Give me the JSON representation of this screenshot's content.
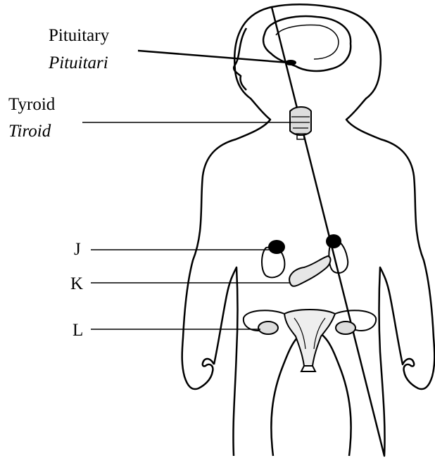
{
  "labels": {
    "pituitary": "Pituitary",
    "pituitary_translation": "Pituitari",
    "thyroid": "Tyroid",
    "thyroid_translation": "Tiroid",
    "j": "J",
    "k": "K",
    "l": "L"
  },
  "colors": {
    "ink": "#000000",
    "background": "#ffffff"
  }
}
